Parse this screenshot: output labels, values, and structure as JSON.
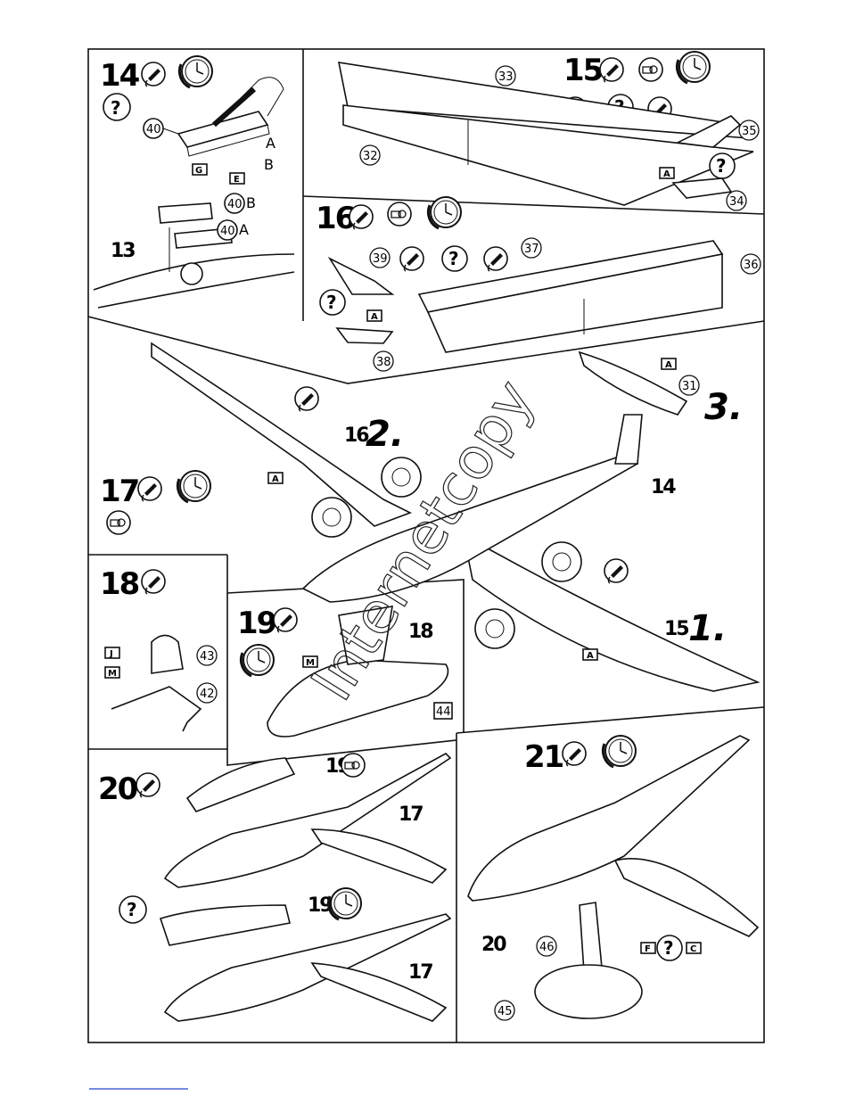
{
  "steps": {
    "s14": {
      "num": "14",
      "parts": {
        "p40": "40",
        "p40b": "40",
        "p40a": "40",
        "p13": "13"
      },
      "letters": {
        "a": "A",
        "b": "B",
        "b2": "B",
        "a2": "A",
        "g": "G",
        "e": "E"
      }
    },
    "s15": {
      "num": "15",
      "parts": {
        "p33": "33",
        "p32": "32",
        "p35": "35",
        "p34": "34"
      },
      "flag": "A"
    },
    "s16": {
      "num": "16",
      "parts": {
        "p37": "37",
        "p39": "39",
        "p36": "36",
        "p38": "38"
      },
      "flag": "A"
    },
    "s17": {
      "num": "17",
      "parts": {
        "p14": "14",
        "p31": "31",
        "p15": "15",
        "p16": "16"
      },
      "order": {
        "o1": "1.",
        "o2": "2.",
        "o3": "3."
      },
      "flags": {
        "f1": "A",
        "f2": "A",
        "f3": "A"
      }
    },
    "s18": {
      "num": "18",
      "parts": {
        "p43": "43",
        "p42": "42"
      },
      "flags": {
        "j": "J",
        "m": "M"
      }
    },
    "s19": {
      "num": "19",
      "parts": {
        "p18": "18",
        "p44": "44"
      },
      "flag": "M"
    },
    "s20": {
      "num": "20",
      "parts": {
        "p19a": "19",
        "p17a": "17",
        "p19b": "19",
        "p17b": "17"
      }
    },
    "s21": {
      "num": "21",
      "parts": {
        "p20": "20",
        "p46": "46",
        "p45": "45"
      },
      "flags": {
        "f": "F",
        "c": "C"
      }
    }
  },
  "symbols": {
    "question": "?"
  },
  "watermark": "Internetcopy"
}
